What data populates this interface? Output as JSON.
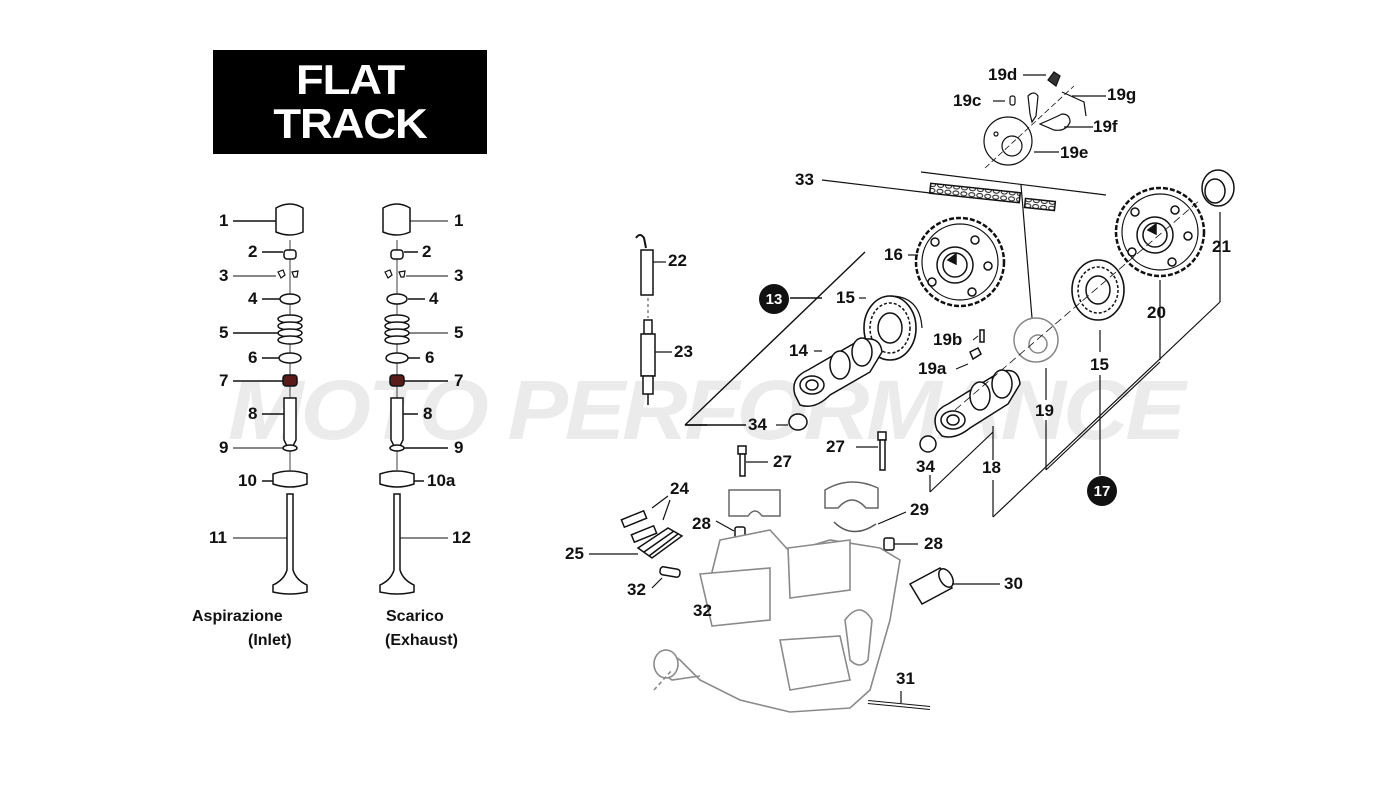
{
  "title": {
    "line1": "FLAT",
    "line2": "TRACK"
  },
  "watermark": "MOTO PERFORMANCE",
  "captions": {
    "inlet_line1": "Aspirazione",
    "inlet_line2": "(Inlet)",
    "exhaust_line1": "Scarico",
    "exhaust_line2": "(Exhaust)"
  },
  "valve_inlet_labels": [
    "1",
    "2",
    "3",
    "4",
    "5",
    "6",
    "7",
    "8",
    "9",
    "10",
    "11"
  ],
  "valve_exhaust_labels": [
    "1",
    "2",
    "3",
    "4",
    "5",
    "6",
    "7",
    "8",
    "9",
    "10a",
    "12"
  ],
  "head_labels": {
    "p13": "13",
    "p14": "14",
    "p15a": "15",
    "p15b": "15",
    "p16": "16",
    "p17": "17",
    "p18": "18",
    "p19": "19",
    "p19a": "19a",
    "p19b": "19b",
    "p19c": "19c",
    "p19d": "19d",
    "p19e": "19e",
    "p19f": "19f",
    "p19g": "19g",
    "p20": "20",
    "p21": "21",
    "p22": "22",
    "p23": "23",
    "p24": "24",
    "p25": "25",
    "p27a": "27",
    "p27b": "27",
    "p28a": "28",
    "p28b": "28",
    "p29": "29",
    "p30": "30",
    "p31": "31",
    "p32a": "32",
    "p32b": "32",
    "p33": "33",
    "p34a": "34",
    "p34b": "34"
  },
  "highlighted_parts": [
    "13",
    "17"
  ]
}
